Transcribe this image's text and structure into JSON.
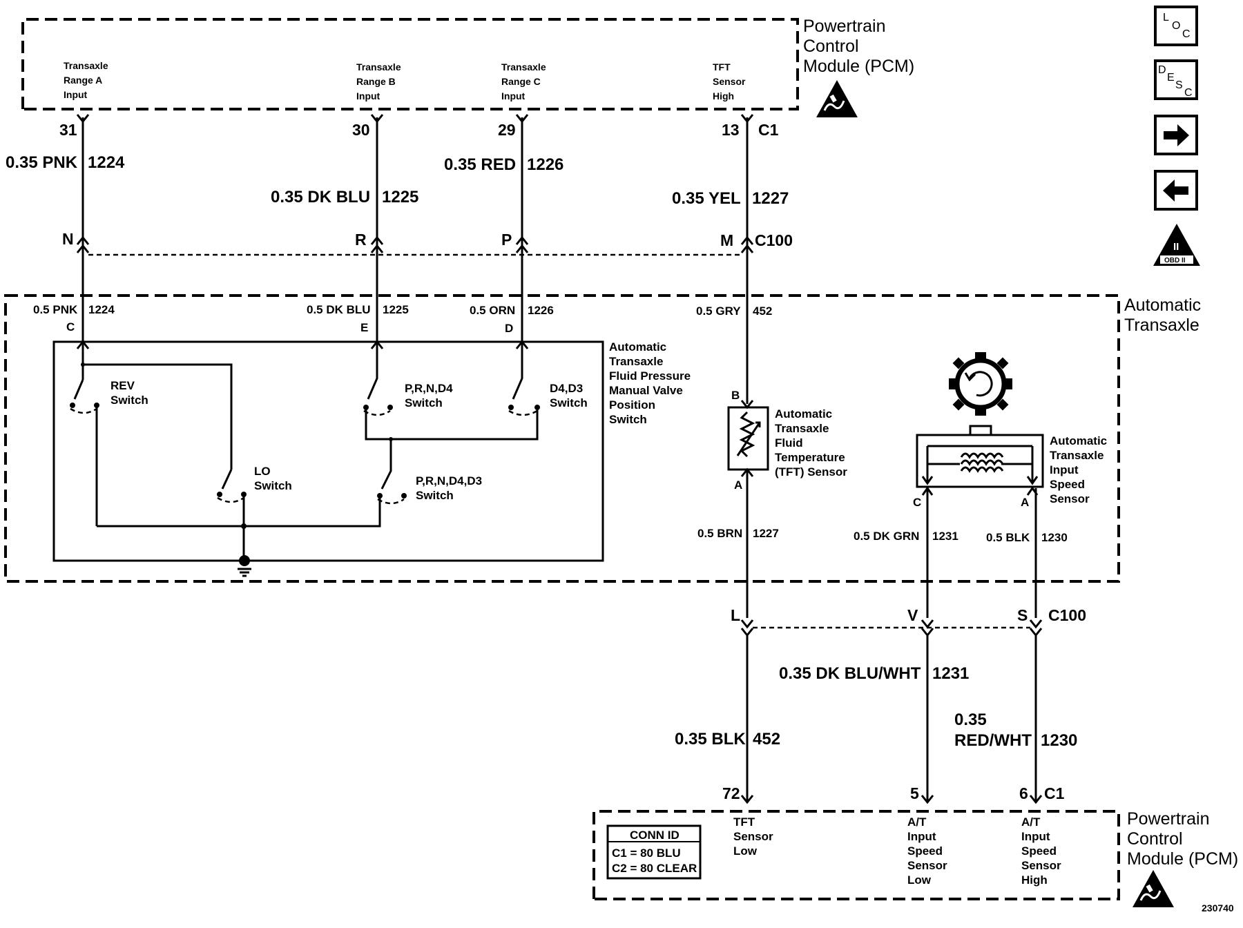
{
  "pcm_top": {
    "title": [
      "Powertrain",
      "Control",
      "Module (PCM)"
    ],
    "inputs": [
      {
        "lines": [
          "Transaxle",
          "Range A",
          "Input"
        ],
        "pin": "31"
      },
      {
        "lines": [
          "Transaxle",
          "Range B",
          "Input"
        ],
        "pin": "30"
      },
      {
        "lines": [
          "Transaxle",
          "Range C",
          "Input"
        ],
        "pin": "29"
      },
      {
        "lines": [
          "TFT",
          "Sensor",
          "High"
        ],
        "pin": "13"
      }
    ],
    "connector": "C1"
  },
  "wires_top": [
    {
      "gauge_color": "0.35 PNK",
      "circuit": "1224"
    },
    {
      "gauge_color": "0.35 DK BLU",
      "circuit": "1225"
    },
    {
      "gauge_color": "0.35 RED",
      "circuit": "1226"
    },
    {
      "gauge_color": "0.35 YEL",
      "circuit": "1227"
    }
  ],
  "c100_top": {
    "pins": [
      "N",
      "R",
      "P",
      "M"
    ],
    "connector": "C100"
  },
  "transaxle": {
    "title": [
      "Automatic",
      "Transaxle"
    ],
    "wires": [
      {
        "gauge_color": "0.5 PNK",
        "circuit": "1224",
        "pin": "C"
      },
      {
        "gauge_color": "0.5 DK BLU",
        "circuit": "1225",
        "pin": "E"
      },
      {
        "gauge_color": "0.5 ORN",
        "circuit": "1226",
        "pin": "D"
      },
      {
        "gauge_color": "0.5 GRY",
        "circuit": "452"
      }
    ],
    "switch_label": [
      "Automatic",
      "Transaxle",
      "Fluid Pressure",
      "Manual Valve",
      "Position",
      "Switch"
    ],
    "switches": {
      "rev": [
        "REV",
        "Switch"
      ],
      "prnd4": [
        "P,R,N,D4",
        "Switch"
      ],
      "d4d3": [
        "D4,D3",
        "Switch"
      ],
      "lo": [
        "LO",
        "Switch"
      ],
      "prnd4d3": [
        "P,R,N,D4,D3",
        "Switch"
      ]
    },
    "tft_sensor": {
      "label": [
        "Automatic",
        "Transaxle",
        "Fluid",
        "Temperature",
        "(TFT) Sensor"
      ],
      "pin_top": "B",
      "pin_bottom": "A"
    },
    "speed_sensor": {
      "label": [
        "Automatic",
        "Transaxle",
        "Input",
        "Speed",
        "Sensor"
      ],
      "pin_left": "C",
      "pin_right": "A"
    },
    "lower_wires": [
      {
        "gauge_color": "0.5 BRN",
        "circuit": "1227"
      },
      {
        "gauge_color": "0.5 DK GRN",
        "circuit": "1231"
      },
      {
        "gauge_color": "0.5 BLK",
        "circuit": "1230"
      }
    ]
  },
  "c100_bottom": {
    "pins": [
      "L",
      "V",
      "S"
    ],
    "connector": "C100"
  },
  "wires_bottom": [
    {
      "gauge_color": "0.35 BLK",
      "circuit": "452"
    },
    {
      "gauge_color": "0.35 DK BLU/WHT",
      "circuit": "1231"
    },
    {
      "gauge_color_lines": [
        "0.35",
        "RED/WHT"
      ],
      "circuit": "1230"
    }
  ],
  "pcm_bottom": {
    "pins": [
      "72",
      "5",
      "6"
    ],
    "connector": "C1",
    "inputs": [
      [
        "TFT",
        "Sensor",
        "Low"
      ],
      [
        "A/T",
        "Input",
        "Speed",
        "Sensor",
        "Low"
      ],
      [
        "A/T",
        "Input",
        "Speed",
        "Sensor",
        "High"
      ]
    ],
    "conn_id": {
      "title": "CONN ID",
      "rows": [
        "C1 = 80 BLU",
        "C2 = 80 CLEAR"
      ]
    },
    "title": [
      "Powertrain",
      "Control",
      "Module (PCM)"
    ]
  },
  "nav": {
    "loc": {
      "l": "L",
      "o": "O",
      "c": "C"
    },
    "desc": {
      "d": "D",
      "e": "E",
      "s": "S",
      "c": "C"
    },
    "next_icon": "right-arrow-icon",
    "prev_icon": "left-arrow-icon",
    "obd_label": "OBD II",
    "obd_numeral": "II"
  },
  "figure_id": "230740"
}
